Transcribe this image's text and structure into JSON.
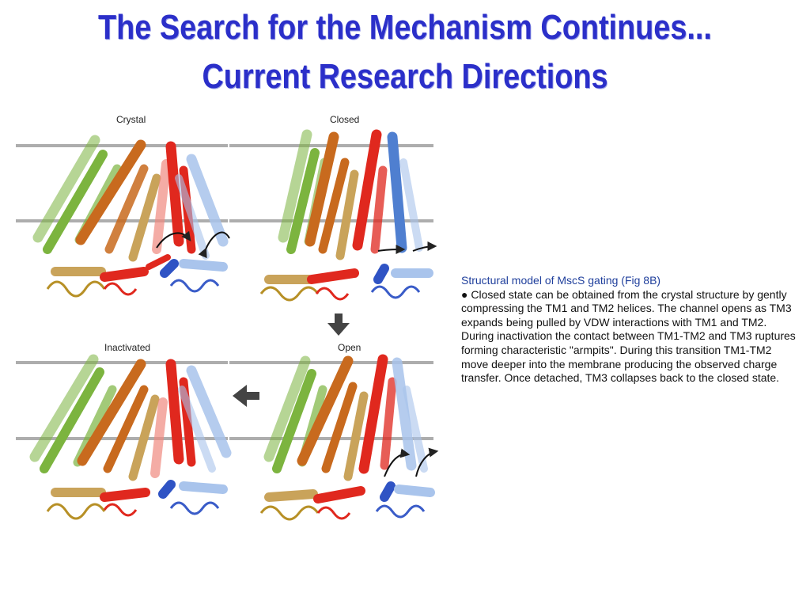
{
  "slide": {
    "title_line1": "The Search for the Mechanism Continues...",
    "title_line2": "Current Research Directions"
  },
  "figure": {
    "labels": {
      "crystal": "Crystal",
      "closed": "Closed",
      "inactivated": "Inactivated",
      "open": "Open"
    },
    "colors": {
      "green": "#7cb43f",
      "orange": "#c86a1e",
      "tan": "#c9a35a",
      "red": "#e0281e",
      "blue": "#4f7fd0",
      "lightblue": "#a9c4ec",
      "membrane": "#8a8a8a",
      "arrow": "#444444"
    }
  },
  "caption": {
    "heading": "Structural model of MscS gating (Fig 8B)",
    "bullet_glyph": "●",
    "body": "Closed state can be obtained from the crystal structure by gently compressing the TM1 and TM2 helices. The channel opens as TM3 expands being pulled by VDW interactions with TM1 and TM2. During inactivation the contact between TM1-TM2 and TM3 ruptures forming characteristic \"armpits\". During this transition TM1-TM2 move deeper into the membrane producing the observed charge transfer. Once detached, TM3 collapses back to the closed state."
  }
}
